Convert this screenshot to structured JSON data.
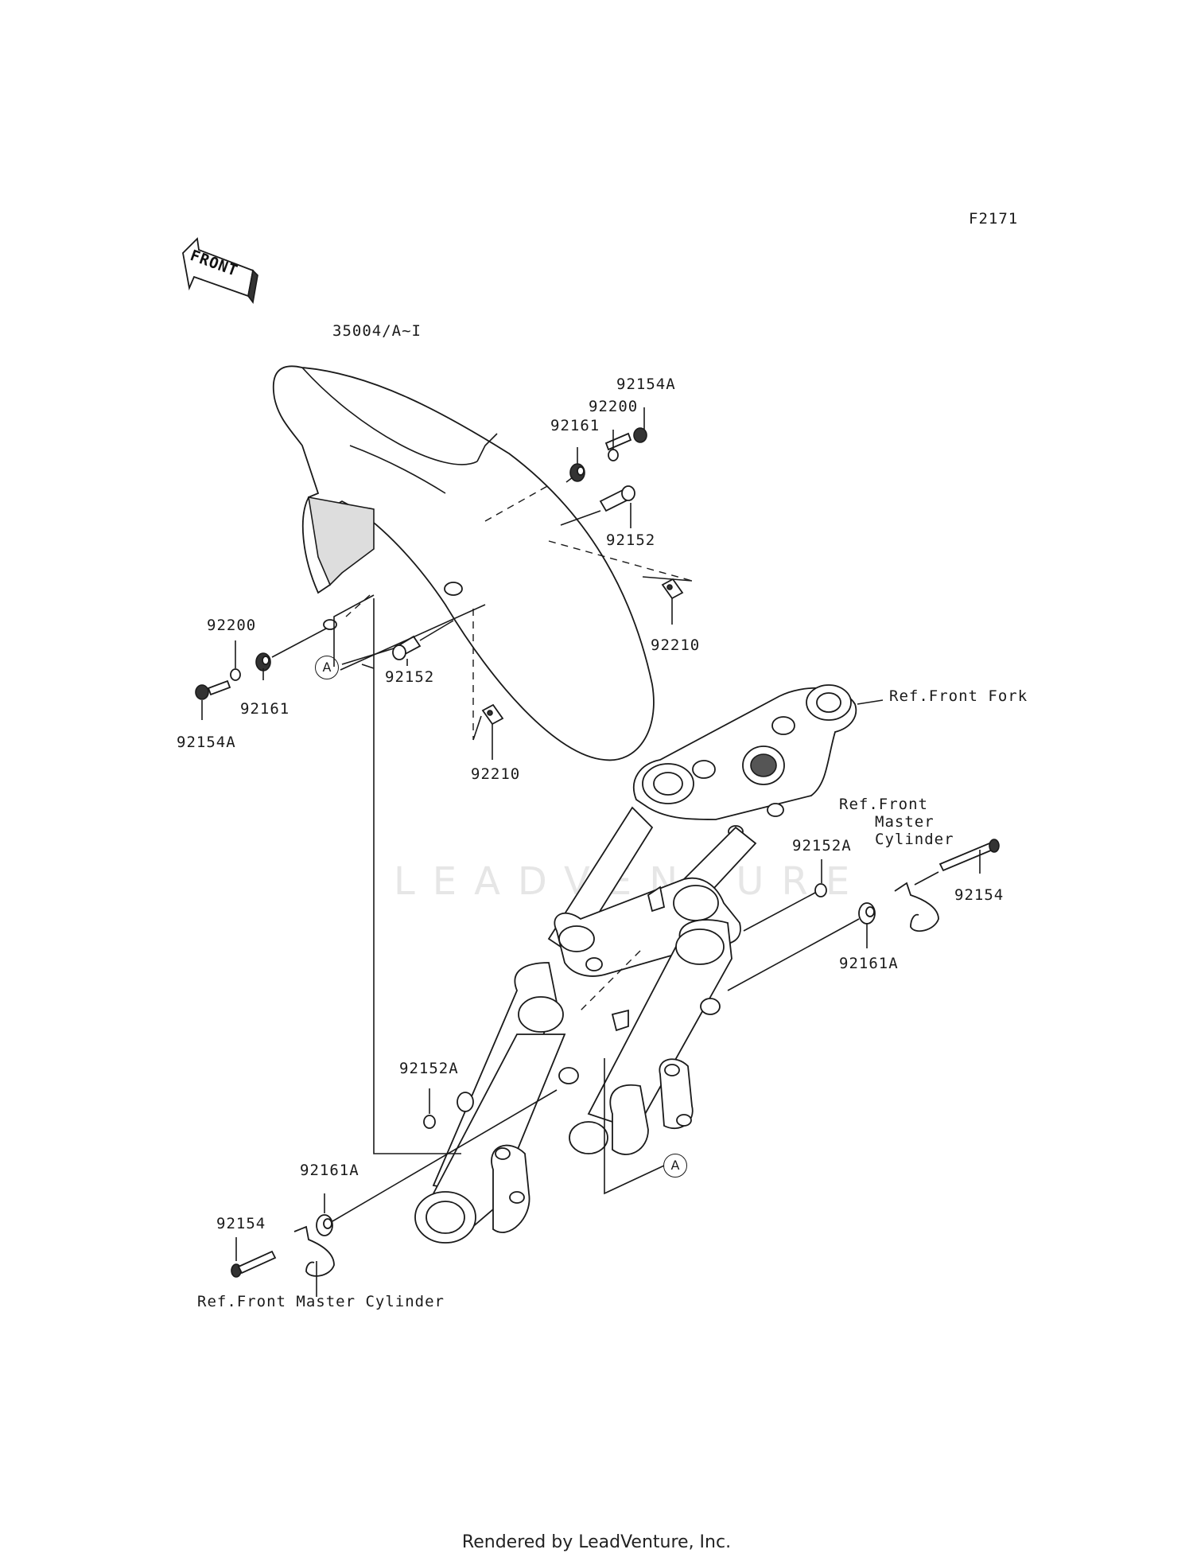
{
  "diagram_code": "F2171",
  "front_label": "FRONT",
  "watermark": "LEADVENTURE",
  "footer": "Rendered by LeadVenture, Inc.",
  "callout_letter": "A",
  "labels": {
    "fender": "35004/A~I",
    "bolt_92154A_top": "92154A",
    "washer_92200_top": "92200",
    "grommet_92161_top": "92161",
    "collar_92152_top": "92152",
    "nut_92210_right": "92210",
    "washer_92200_left": "92200",
    "grommet_92161_left": "92161",
    "bolt_92154A_left": "92154A",
    "collar_92152_left": "92152",
    "nut_92210_lower": "92210",
    "ref_front_fork": "Ref.Front Fork",
    "ref_master_cyl_right_1": "Ref.Front",
    "ref_master_cyl_right_2": "Master",
    "ref_master_cyl_right_3": "Cylinder",
    "collar_92152A_right": "92152A",
    "bolt_92154_right": "92154",
    "grommet_92161A_right": "92161A",
    "collar_92152A_left": "92152A",
    "grommet_92161A_left": "92161A",
    "bolt_92154_left": "92154",
    "ref_master_cyl_left": "Ref.Front Master Cylinder"
  }
}
